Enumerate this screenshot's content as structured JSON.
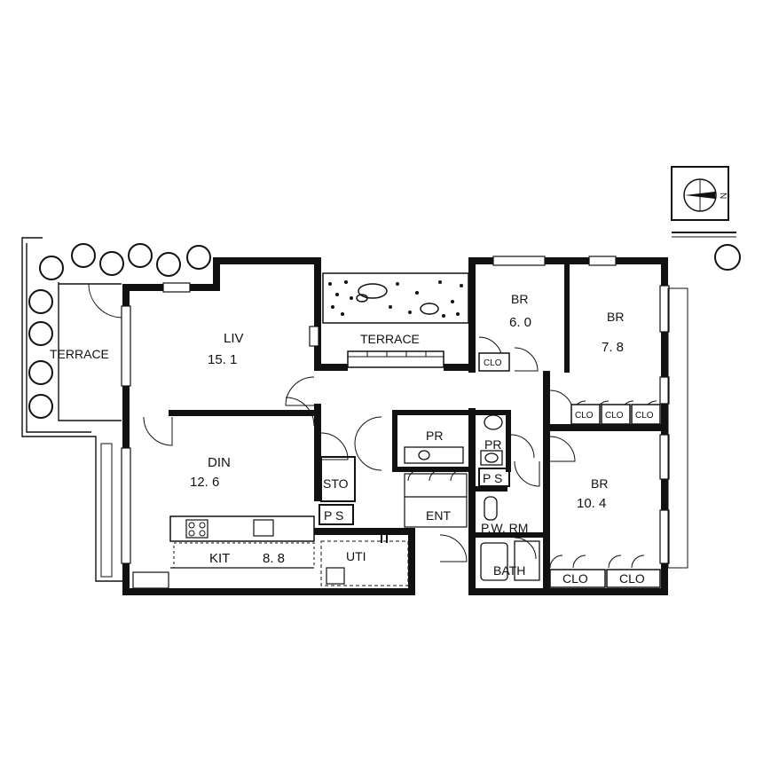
{
  "rooms": {
    "liv": {
      "name": "LIV",
      "area": "15. 1"
    },
    "din": {
      "name": "DIN",
      "area": "12. 6"
    },
    "kit": {
      "name": "KIT",
      "area": "8. 8"
    },
    "br1": {
      "name": "BR",
      "area": "6. 0"
    },
    "br2": {
      "name": "BR",
      "area": "7. 8"
    },
    "br3": {
      "name": "BR",
      "area": "10. 4"
    },
    "terrace_west": "TERRACE",
    "terrace_north": "TERRACE",
    "sto": "STO",
    "ps_kitchen": "P S",
    "ps_bath": "P S",
    "uti": "UTI",
    "ent": "ENT",
    "pr_left": "PR",
    "pr_right": "PR",
    "pw_rm": "P.W. RM",
    "bath": "BATH"
  },
  "closets": {
    "br1": "CLO",
    "br2": [
      "CLO",
      "CLO",
      "CLO"
    ],
    "br3": [
      "CLO",
      "CLO"
    ]
  },
  "compass": {
    "label": "N"
  }
}
